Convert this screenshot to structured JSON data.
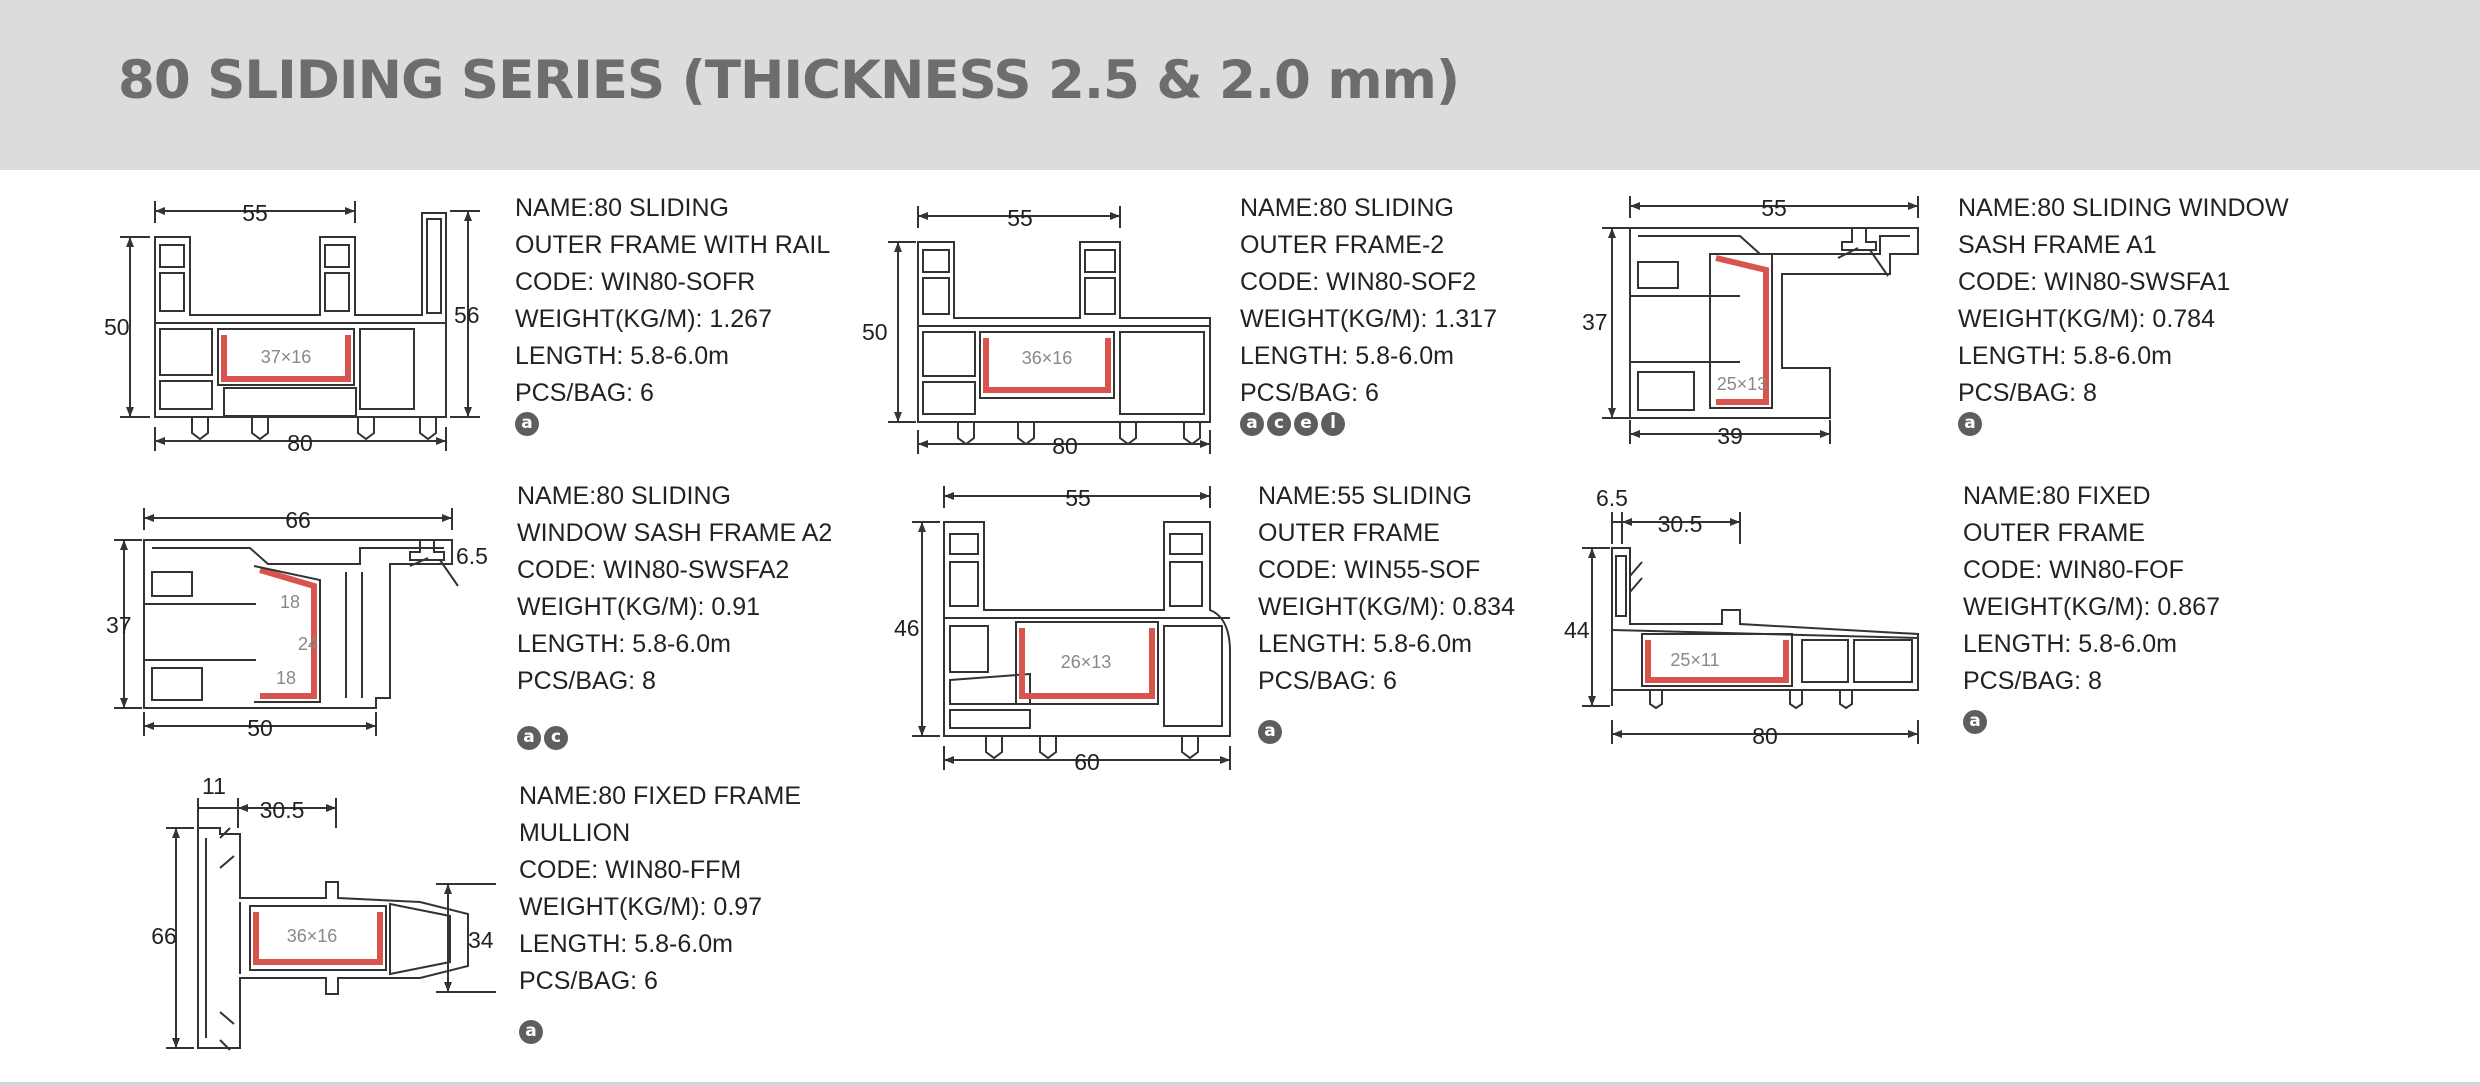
{
  "page": {
    "title": "80 SLIDING SERIES (THICKNESS 2.5 & 2.0 mm)"
  },
  "labels": {
    "name": "NAME:",
    "code": "CODE: ",
    "weight": "WEIGHT(KG/M): ",
    "length": "LENGTH: ",
    "pcs": "PCS/BAG: "
  },
  "products": [
    {
      "name_lines": [
        "80 SLIDING",
        "OUTER FRAME WITH RAIL"
      ],
      "code": "WIN80-SOFR",
      "weight": "1.267",
      "length": "5.8-6.0m",
      "pcs": "6",
      "badges": [
        "a"
      ],
      "dimensions": {
        "top": "55",
        "left": "50",
        "right": "56",
        "bottom": "80",
        "steel": "37×16"
      }
    },
    {
      "name_lines": [
        "80 SLIDING",
        "OUTER FRAME-2"
      ],
      "code": "WIN80-SOF2",
      "weight": "1.317",
      "length": "5.8-6.0m",
      "pcs": "6",
      "badges": [
        "a",
        "c",
        "e",
        "l"
      ],
      "dimensions": {
        "top": "55",
        "left": "50",
        "bottom": "80",
        "steel": "36×16"
      }
    },
    {
      "name_lines": [
        "80 SLIDING WINDOW",
        "SASH FRAME A1"
      ],
      "code": "WIN80-SWSFA1",
      "weight": "0.784",
      "length": "5.8-6.0m",
      "pcs": "8",
      "badges": [
        "a"
      ],
      "dimensions": {
        "top": "55",
        "left": "37",
        "bottom": "39",
        "steel": "25×13"
      }
    },
    {
      "name_lines": [
        "80 SLIDING",
        "WINDOW SASH FRAME A2"
      ],
      "code": "WIN80-SWSFA2",
      "weight": "0.91",
      "length": "5.8-6.0m",
      "pcs": "8",
      "badges": [
        "a",
        "c"
      ],
      "dimensions": {
        "top": "66",
        "right": "6.5",
        "left": "37",
        "bottom": "50",
        "inner_top": "18",
        "inner_side": "24",
        "inner_bottom": "18"
      }
    },
    {
      "name_lines": [
        "55 SLIDING",
        "OUTER FRAME"
      ],
      "code": "WIN55-SOF",
      "weight": "0.834",
      "length": "5.8-6.0m",
      "pcs": "6",
      "badges": [
        "a"
      ],
      "dimensions": {
        "top": "55",
        "left": "46",
        "bottom": "60",
        "steel": "26×13"
      }
    },
    {
      "name_lines": [
        "80 FIXED",
        "OUTER FRAME"
      ],
      "code": "WIN80-FOF",
      "weight": "0.867",
      "length": "5.8-6.0m",
      "pcs": "8",
      "badges": [
        "a"
      ],
      "dimensions": {
        "top_small": "6.5",
        "top": "30.5",
        "left": "44",
        "bottom": "80",
        "steel": "25×11"
      }
    },
    {
      "name_lines": [
        "80 FIXED FRAME",
        "MULLION"
      ],
      "code": "WIN80-FFM",
      "weight": "0.97",
      "length": "5.8-6.0m",
      "pcs": "6",
      "badges": [
        "a"
      ],
      "dimensions": {
        "top_small": "11",
        "top": "30.5",
        "left": "66",
        "right": "34",
        "steel": "36×16"
      }
    }
  ],
  "colors": {
    "header_bg": "#dcdcdc",
    "title": "#6d6d6d",
    "line": "#333333",
    "steel": "#d9534f",
    "badge": "#5e5e5e"
  }
}
